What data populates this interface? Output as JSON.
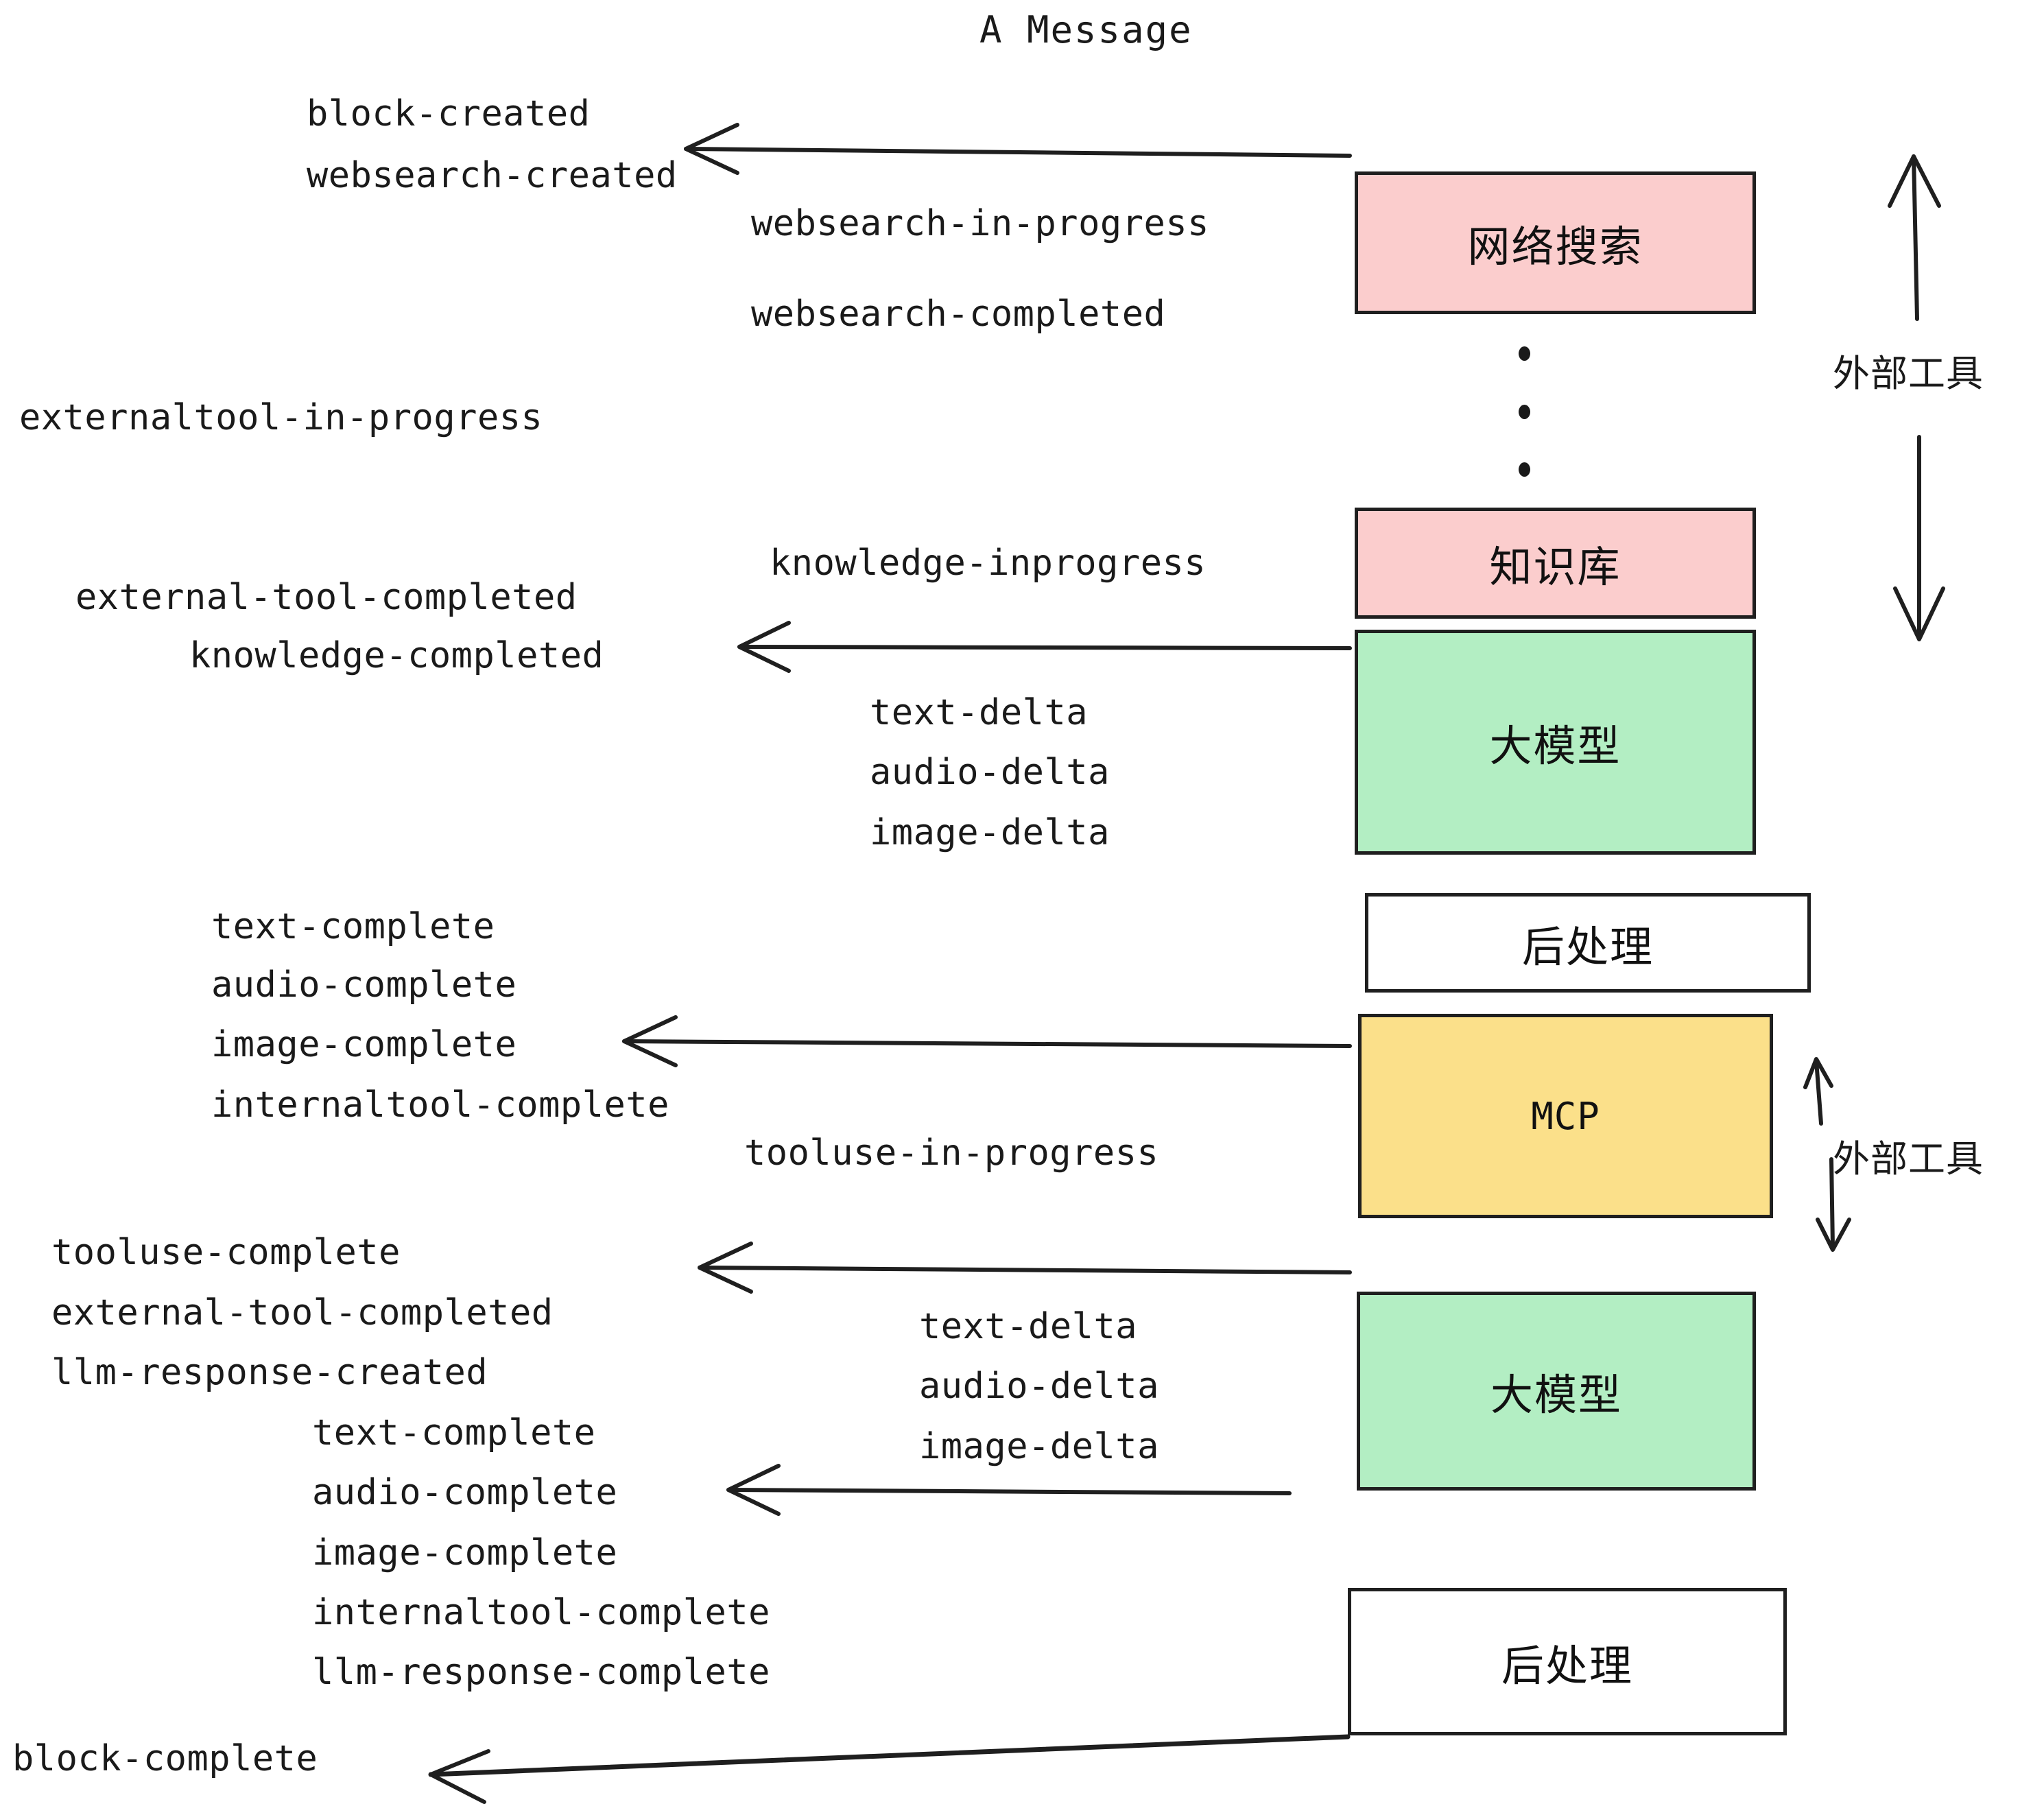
{
  "title": "A Message",
  "colors": {
    "pink": "#fbcdcd",
    "green": "#b3eec3",
    "yellow": "#fbe08a",
    "white": "#ffffff",
    "stroke": "#1f1f1f",
    "text": "#1a1a1a"
  },
  "boxes": [
    {
      "id": "websearch",
      "label": "网络搜索"
    },
    {
      "id": "knowledge",
      "label": "知识库"
    },
    {
      "id": "llm-1",
      "label": "大模型"
    },
    {
      "id": "postprocess-1",
      "label": "后处理"
    },
    {
      "id": "mcp",
      "label": "MCP"
    },
    {
      "id": "llm-2",
      "label": "大模型"
    },
    {
      "id": "postprocess-2",
      "label": "后处理"
    }
  ],
  "side_labels": [
    {
      "id": "external-tools-top",
      "label": "外部工具"
    },
    {
      "id": "external-tools-bottom",
      "label": "外部工具"
    }
  ],
  "events": {
    "block_created": "block-created",
    "websearch_created": "websearch-created",
    "websearch_in_progress": "websearch-in-progress",
    "websearch_completed": "websearch-completed",
    "externaltool_in_progress": "externaltool-in-progress",
    "knowledge_inprogress": "knowledge-inprogress",
    "external_tool_completed_1": "external-tool-completed",
    "knowledge_completed": "knowledge-completed",
    "text_delta_1": "text-delta",
    "audio_delta_1": "audio-delta",
    "image_delta_1": "image-delta",
    "text_complete_1": "text-complete",
    "audio_complete_1": "audio-complete",
    "image_complete_1": "image-complete",
    "internaltool_complete_1": "internaltool-complete",
    "tooluse_in_progress": "tooluse-in-progress",
    "tooluse_complete": "tooluse-complete",
    "external_tool_completed_2": "external-tool-completed",
    "llm_response_created": "llm-response-created",
    "text_delta_2": "text-delta",
    "audio_delta_2": "audio-delta",
    "image_delta_2": "image-delta",
    "text_complete_2": "text-complete",
    "audio_complete_2": "audio-complete",
    "image_complete_2": "image-complete",
    "internaltool_complete_2": "internaltool-complete",
    "llm_response_complete": "llm-response-complete",
    "block_complete": "block-complete"
  }
}
